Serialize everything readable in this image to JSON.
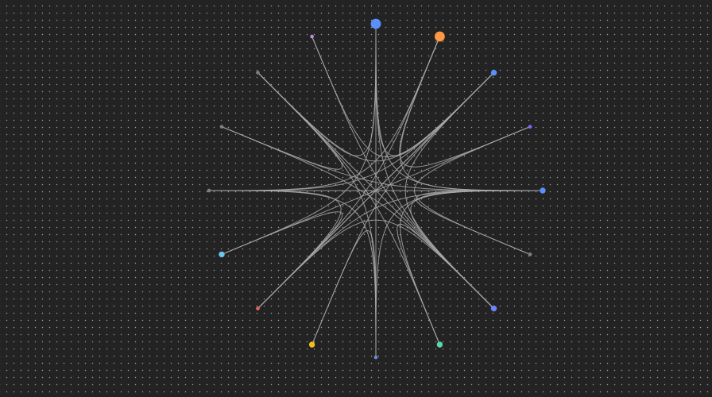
{
  "graph": {
    "background": "#232323",
    "grid_dot_color": "#ffffff",
    "edge_color": "#a8a8a8",
    "nodes": [
      {
        "id": "n0",
        "size": 2,
        "color": "#5b8ff9"
      },
      {
        "id": "n1",
        "size": 1,
        "color": "#7f7f7f"
      },
      {
        "id": "n2",
        "size": 2,
        "color": "#6b83f7"
      },
      {
        "id": "n3",
        "size": 2,
        "color": "#5ad8a6"
      },
      {
        "id": "n4",
        "size": 1,
        "color": "#6b8bd6"
      },
      {
        "id": "n5",
        "size": 2,
        "color": "#f6bd16"
      },
      {
        "id": "n6",
        "size": 1,
        "color": "#e86452"
      },
      {
        "id": "n7",
        "size": 2,
        "color": "#6dc8ec"
      },
      {
        "id": "n8",
        "size": 1,
        "color": "#7f7f7f"
      },
      {
        "id": "n9",
        "size": 1,
        "color": "#7f7f7f"
      },
      {
        "id": "n10",
        "size": 1,
        "color": "#7f7f7f"
      },
      {
        "id": "n11",
        "size": 1,
        "color": "#b38de0"
      },
      {
        "id": "n12",
        "size": 4,
        "color": "#5b8ff9"
      },
      {
        "id": "n13",
        "size": 4,
        "color": "#ff9845"
      },
      {
        "id": "n14",
        "size": 2,
        "color": "#5b8ff9"
      },
      {
        "id": "n15",
        "size": 1,
        "color": "#7b6cf6"
      }
    ],
    "edges": [
      [
        "n12",
        "n2"
      ],
      [
        "n12",
        "n0"
      ],
      [
        "n12",
        "n10"
      ],
      [
        "n12",
        "n4"
      ],
      [
        "n13",
        "n0"
      ],
      [
        "n13",
        "n15"
      ],
      [
        "n13",
        "n6"
      ],
      [
        "n14",
        "n6"
      ],
      [
        "n14",
        "n12"
      ],
      [
        "n14",
        "n2"
      ],
      [
        "n14",
        "n8"
      ],
      [
        "n15",
        "n1"
      ],
      [
        "n15",
        "n7"
      ],
      [
        "n10",
        "n2"
      ],
      [
        "n10",
        "n14"
      ],
      [
        "n10",
        "n4"
      ],
      [
        "n10",
        "n3"
      ],
      [
        "n11",
        "n2"
      ],
      [
        "n11",
        "n14"
      ],
      [
        "n9",
        "n2"
      ],
      [
        "n9",
        "n10"
      ],
      [
        "n8",
        "n0"
      ],
      [
        "n8",
        "n6"
      ],
      [
        "n8",
        "n13"
      ],
      [
        "n7",
        "n6"
      ],
      [
        "n7",
        "n12"
      ],
      [
        "n6",
        "n14"
      ],
      [
        "n6",
        "n0"
      ],
      [
        "n6",
        "n2"
      ],
      [
        "n5",
        "n4"
      ],
      [
        "n5",
        "n14"
      ],
      [
        "n4",
        "n0"
      ],
      [
        "n4",
        "n8"
      ],
      [
        "n3",
        "n2"
      ],
      [
        "n3",
        "n0"
      ],
      [
        "n2",
        "n0"
      ],
      [
        "n1",
        "n0"
      ],
      [
        "n0",
        "n9"
      ]
    ]
  }
}
